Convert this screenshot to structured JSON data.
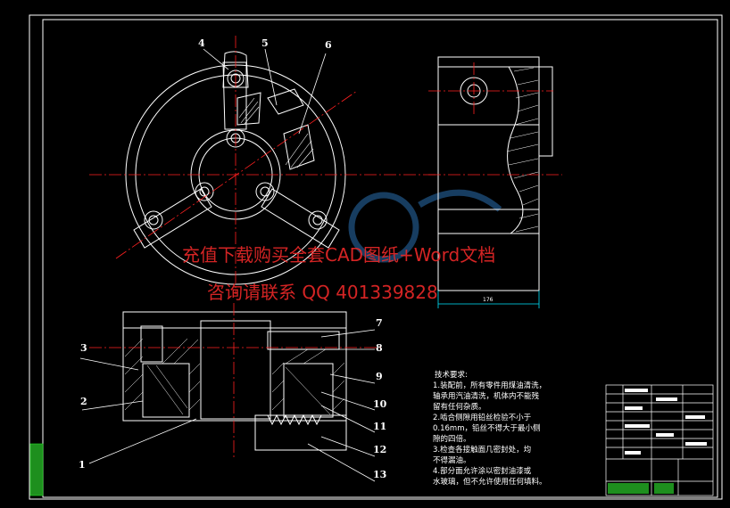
{
  "balloons": [
    "1",
    "2",
    "3",
    "4",
    "5",
    "6",
    "7",
    "8",
    "9",
    "10",
    "11",
    "12",
    "13"
  ],
  "dimension": "176",
  "watermark": {
    "line1": "充值下载购买全套CAD图纸+Word文档",
    "line2": "咨询请联系 QQ 401339828"
  },
  "tech_notes": {
    "title": "技术要求:",
    "lines": [
      "1.装配前，所有零件用煤油清洗，",
      "轴承用汽油清洗，机体内不能残",
      "留有任何杂质。",
      "2.啮合侧隙用铅丝检验不小于",
      "0.16mm，铅丝不得大于最小侧",
      "隙的四倍。",
      "3.检查各接触面几密封处，均",
      "不得漏油。",
      "4.部分面允许涂以密封油漆或",
      "水玻璃，但不允许使用任何填料。"
    ]
  },
  "colors": {
    "line": "#ffffff",
    "center": "#ff2020",
    "hatch": "#ffffff",
    "cyan": "#00e5ff",
    "green": "#22dd22",
    "logo": "#2a6fb0"
  }
}
